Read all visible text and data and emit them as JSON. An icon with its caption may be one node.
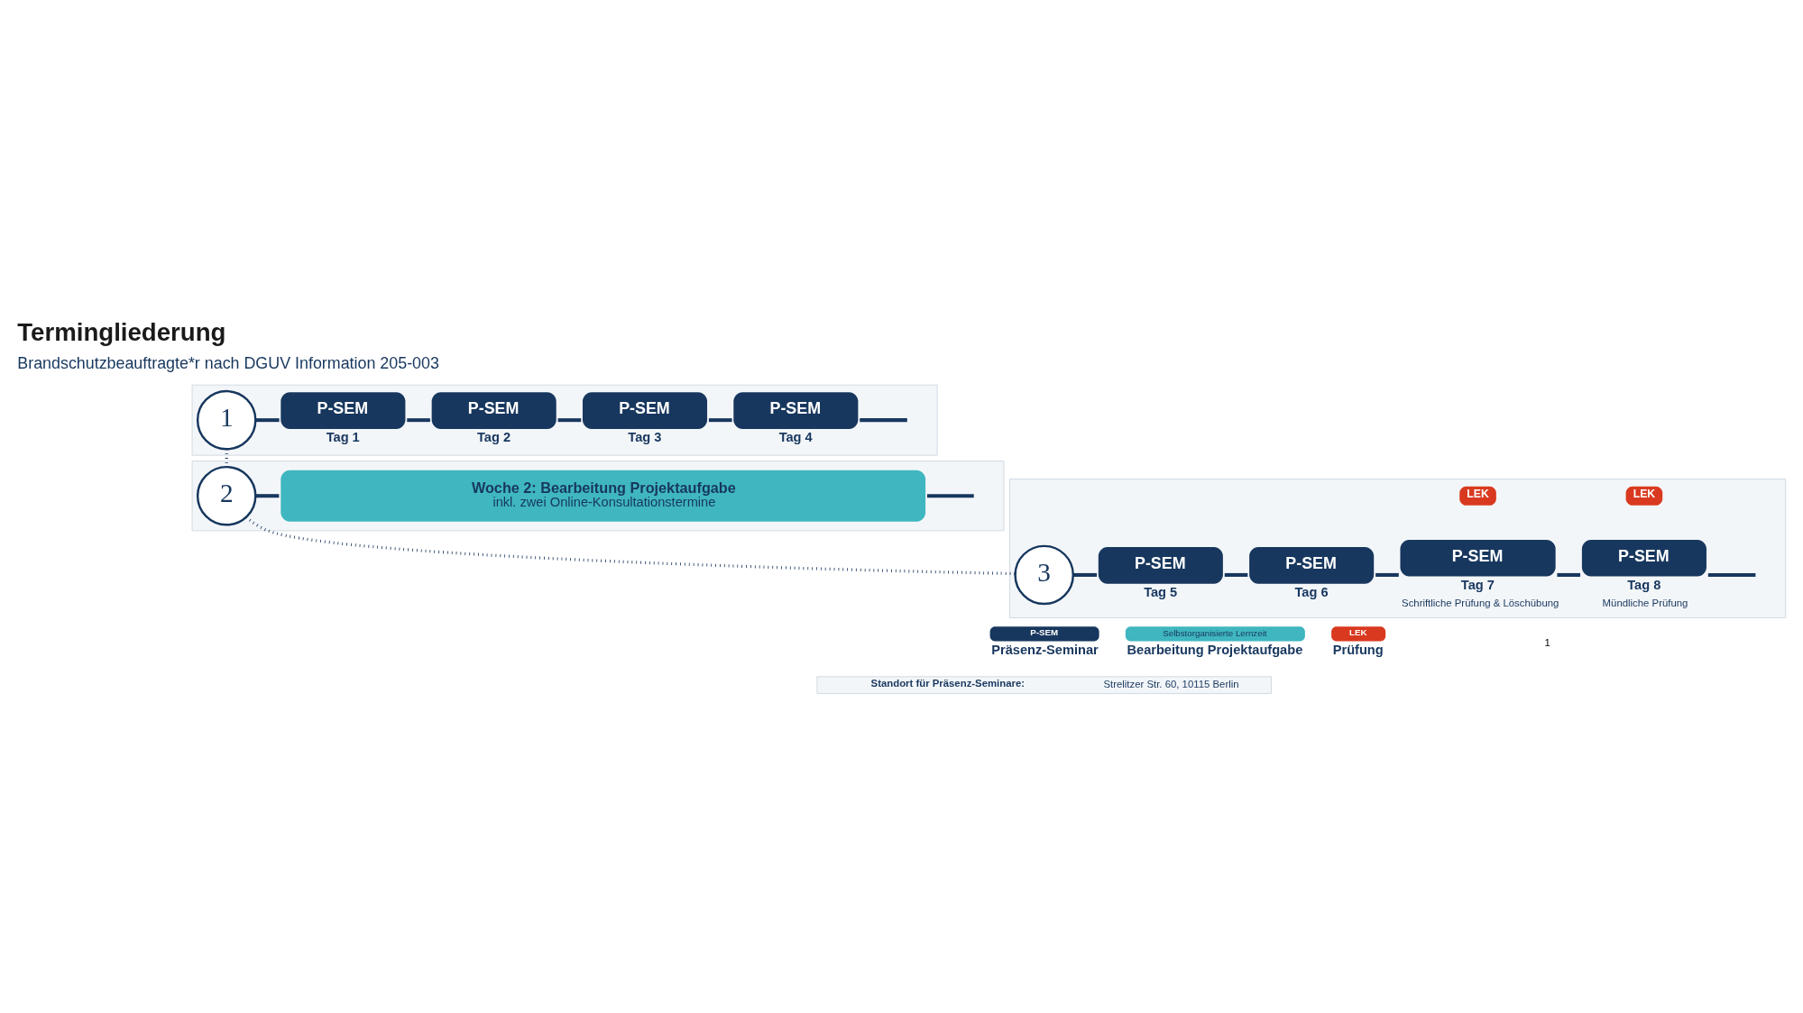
{
  "diagram": {
    "title": "Termingliederung",
    "nodes": [
      {
        "text": [],
        "shape": "box"
      },
      {
        "text": [
          "1"
        ],
        "in": 0
      },
      {
        "text": [
          "P-SEM"
        ],
        "in": 0,
        "beside": [
          "Tag 1"
        ]
      },
      {
        "text": [
          "P-SEM"
        ],
        "in": 0,
        "beside": [
          "Tag 2"
        ]
      },
      {
        "text": [
          "P-SEM"
        ],
        "in": 0,
        "beside": [
          "Tag 3"
        ]
      },
      {
        "text": [
          "P-SEM"
        ],
        "in": 0,
        "beside": [
          "Tag 4"
        ]
      },
      {
        "text": [],
        "shape": "box"
      },
      {
        "text": [
          "2"
        ],
        "in": 6
      },
      {
        "text": [
          "Woche 2: Bearbeitung Projektaufgabe",
          "inkl. zwei Online-Konsultationstermine"
        ],
        "in": 6
      },
      {
        "text": [],
        "shape": "box"
      },
      {
        "text": [
          "3"
        ],
        "in": 9
      },
      {
        "text": [
          "P-SEM"
        ],
        "in": 9,
        "beside": [
          "Tag 5"
        ]
      },
      {
        "text": [
          "P-SEM"
        ],
        "in": 9,
        "beside": [
          "Tag 6"
        ]
      },
      {
        "text": [
          "P-SEM"
        ],
        "in": 9,
        "beside": [
          "Tag 7",
          "Schriftliche Prüfung & Löschübung"
        ]
      },
      {
        "text": [
          "LEK"
        ],
        "in": 9
      },
      {
        "text": [
          "P-SEM"
        ],
        "in": 9,
        "beside": [
          "Tag 8",
          "Mündliche Prüfung"
        ]
      },
      {
        "text": [
          "LEK"
        ],
        "in": 9
      },
      {
        "text": [
          "P-SEM"
        ],
        "beside": [
          "Präsenz-Seminar"
        ]
      },
      {
        "text": [
          "Selbstorganisierte Lernzeit"
        ],
        "beside": [
          "Bearbeitung Projektaufgabe"
        ]
      },
      {
        "text": [
          "LEK"
        ],
        "beside": [
          "Prüfung"
        ]
      },
      {
        "text": [
          "**Standort für Präsenz-Seminare:** Strelitzer Str. 60, 10115 Berlin"
        ]
      }
    ],
    "edges": [
      {
        "from": 1,
        "to": 2,
        "arrow": "none"
      },
      {
        "from": 2,
        "to": 3,
        "arrow": "none"
      },
      {
        "from": 3,
        "to": 4,
        "arrow": "none"
      },
      {
        "from": 4,
        "to": 5,
        "arrow": "none"
      },
      {
        "from": 5,
        "to": null,
        "arrow": "none"
      },
      {
        "from": 1,
        "to": 7,
        "arrow": "none",
        "style": "dashed"
      },
      {
        "from": 7,
        "to": 8,
        "arrow": "none"
      },
      {
        "from": 8,
        "to": null,
        "arrow": "none"
      },
      {
        "from": 7,
        "to": 10,
        "arrow": "none",
        "style": "dashed"
      },
      {
        "from": 10,
        "to": 11,
        "arrow": "none"
      },
      {
        "from": 11,
        "to": 12,
        "arrow": "none"
      },
      {
        "from": 12,
        "to": 13,
        "arrow": "none"
      },
      {
        "from": 13,
        "to": 15,
        "arrow": "none"
      },
      {
        "from": 15,
        "to": null,
        "arrow": "none"
      }
    ],
    "labels": [
      "Brandschutzbeauftragte*r nach DGUV Information 205-003",
      "1"
    ]
  }
}
